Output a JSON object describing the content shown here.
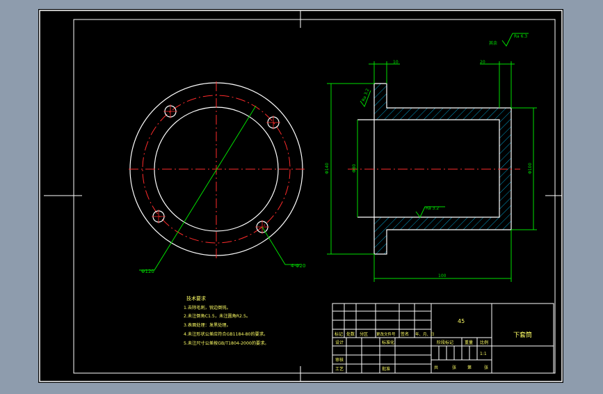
{
  "colors": {
    "background_outer": "#8e9cad",
    "canvas": "#000000",
    "border": "#ffffff",
    "centerline": "#ff2b2b",
    "dimension": "#00e000",
    "hatch": "#00c8ff",
    "text": "#ffff66"
  },
  "front_view": {
    "dim_diameter": "Φ120",
    "dim_holes": "4-Φ20"
  },
  "section_view": {
    "dim_flange_thickness": "10",
    "dim_wall": "20",
    "dim_outer_diameter_flange": "Φ140",
    "dim_bore": "Φ80",
    "dim_body_diameter": "Φ100",
    "dim_length": "100",
    "roughness_top": "Ra 3.2",
    "roughness_inner": "Ra 3.2",
    "roughness_general_label": "其余",
    "roughness_general": "Ra 6.3"
  },
  "notes": {
    "title": "技术要求",
    "items": [
      "1.去除毛刺，锐边倒钝。",
      "2.未注倒角C1.5，未注圆角R2.5。",
      "3.表面处理：发黑处理。",
      "4.未注形状公差应符合GB1184-80的要求。",
      "5.未注尺寸公差按GB/T1804-2000的要求。"
    ]
  },
  "title_block": {
    "material": "45",
    "part_name": "下套筒",
    "row_labels": [
      "标记",
      "处数",
      "分区",
      "更改文件号",
      "签名",
      "年、月、日"
    ],
    "design": "设计",
    "standardize": "标准化",
    "review": "审核",
    "process": "工艺",
    "approve": "批准",
    "stage_mark": "阶段标记",
    "weight": "重量",
    "scale_label": "比例",
    "scale": "1:1",
    "sheet_total": "共",
    "sheet_unit": "张",
    "sheet_no": "第",
    "sheet_unit2": "张"
  }
}
